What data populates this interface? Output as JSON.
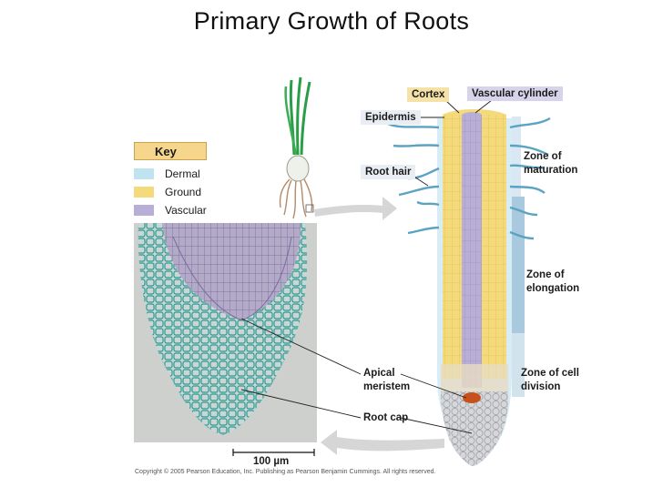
{
  "title": "Primary Growth of Roots",
  "key": {
    "header": "Key",
    "items": [
      {
        "label": "Dermal",
        "color": "#bfe3f1"
      },
      {
        "label": "Ground",
        "color": "#f4da7a"
      },
      {
        "label": "Vascular",
        "color": "#b8aed6"
      }
    ]
  },
  "labels": {
    "cortex": "Cortex",
    "vascular_cylinder": "Vascular cylinder",
    "epidermis": "Epidermis",
    "root_hair": "Root hair",
    "zone_maturation": "Zone of maturation",
    "zone_elongation": "Zone of elongation",
    "zone_cell_division": "Zone of cell division",
    "apical_meristem": "Apical meristem",
    "root_cap": "Root cap"
  },
  "scale_bar": "100 µm",
  "copyright": "Copyright © 2005 Pearson Education, Inc. Publishing as Pearson Benjamin Cummings. All rights reserved.",
  "colors": {
    "zone_bar": "#a9c9de",
    "meristem": "#c8501c",
    "root_cap": "#cfd1d3",
    "arrow": "#cfcfcf"
  }
}
